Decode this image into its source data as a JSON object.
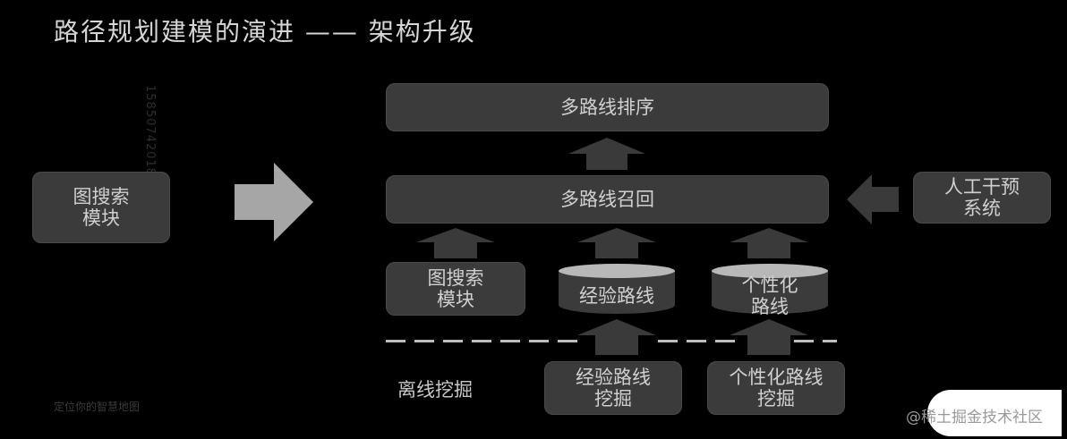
{
  "title": "路径规划建模的演进 —— 架构升级",
  "left_module": "图搜索\n模块",
  "top_box": "多路线排序",
  "recall_box": "多路线召回",
  "manual_system": "人工干预\n系统",
  "sources": {
    "graph_search": "图搜索\n模块",
    "experience_routes": "经验路线",
    "personalized_routes": "个性化\n路线"
  },
  "offline_label": "离线挖掘",
  "mining": {
    "experience": "经验路线\n挖掘",
    "personalized": "个性化路线\n挖掘"
  },
  "brand": "@稀土掘金技术社区",
  "colors": {
    "background": "#000000",
    "box": "#3b3b3b",
    "arrow_dark": "#3a3a3a",
    "arrow_light": "#a6a6a6",
    "text": "#d0d0d0"
  }
}
